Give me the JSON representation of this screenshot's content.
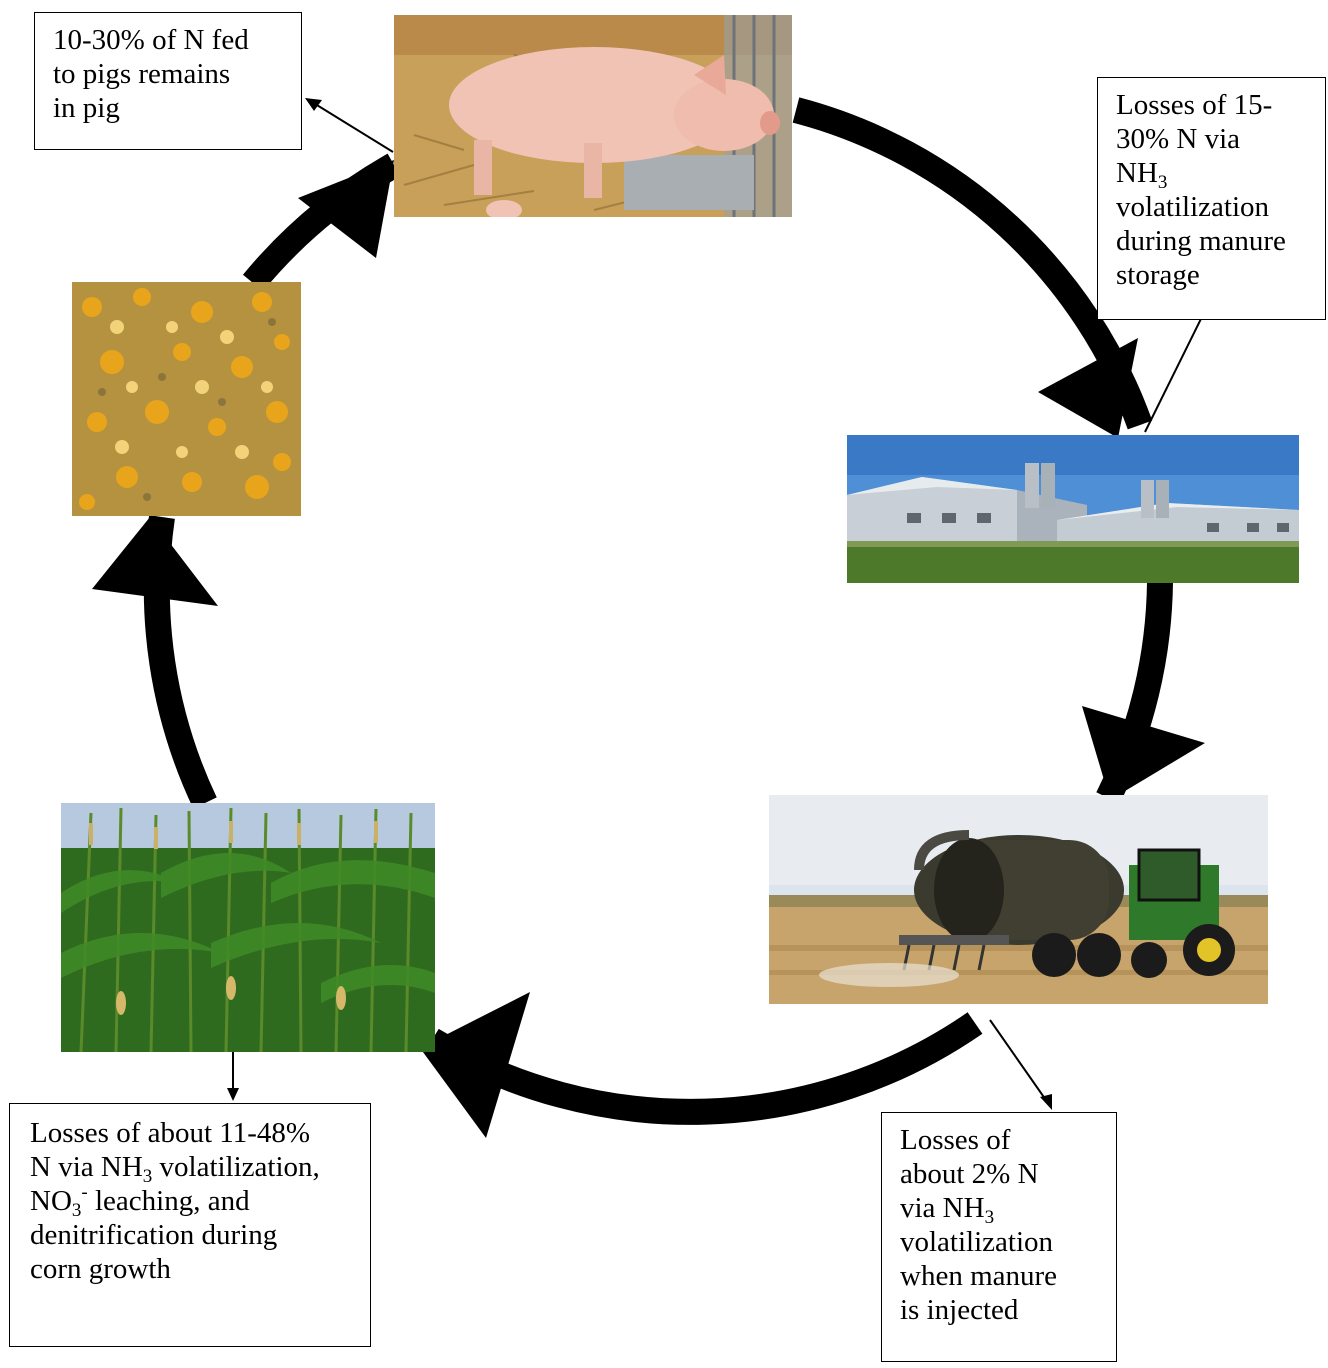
{
  "stages": [
    {
      "id": "pig",
      "icon": "pig-photo-icon"
    },
    {
      "id": "barn",
      "icon": "swine-barn-photo-icon"
    },
    {
      "id": "manure-injection",
      "icon": "manure-tanker-tractor-photo-icon"
    },
    {
      "id": "corn-field",
      "icon": "cornfield-photo-icon"
    },
    {
      "id": "corn-feed",
      "icon": "cracked-corn-photo-icon"
    }
  ],
  "notes": {
    "pig_retention": {
      "line1": "10-30% of N fed",
      "line2": "to pigs remains",
      "line3": "in pig"
    },
    "storage_loss": {
      "line1": "Losses of 15-",
      "line2": "30% N via",
      "nh": "NH",
      "nh_sub": "3",
      "line4": "volatilization",
      "line5": "during manure",
      "line6": "storage"
    },
    "injection_loss": {
      "line1": "Losses of",
      "line2": "about 2% N",
      "line3_pre": "via NH",
      "line3_sub": "3",
      "line4": "volatilization",
      "line5": "when manure",
      "line6": "is injected"
    },
    "corn_loss": {
      "line1": "Losses of about 11-48%",
      "line2_pre": "N via NH",
      "line2_sub": "3",
      "line2_post": " volatilization,",
      "line3_pre": "NO",
      "line3_sub": "3",
      "line3_sup": "-",
      "line3_post": " leaching, and",
      "line4": "denitrification during",
      "line5": "corn growth"
    }
  },
  "colors": {
    "arrow": "#000000",
    "sky": "#4f8fd6",
    "grass": "#4c7a2a",
    "corn_green": "#2f6b1f",
    "feed_yellow": "#d9a21c",
    "pig_pink": "#f1c3b4",
    "straw": "#c9a05a"
  }
}
